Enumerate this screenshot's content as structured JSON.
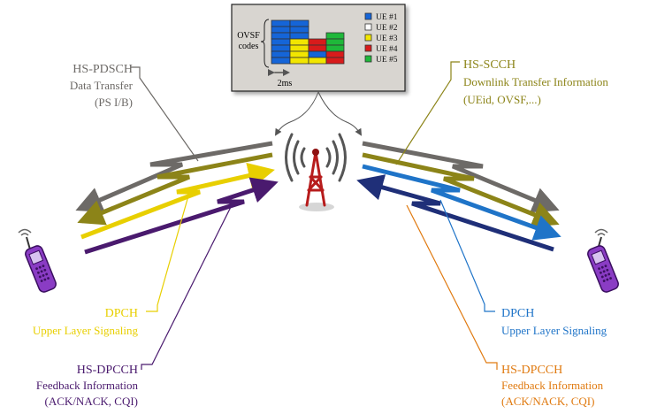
{
  "ovsf_box": {
    "codes_label_line1": "OVSF",
    "codes_label_line2": "codes",
    "time_label": "2ms",
    "legend": [
      {
        "label": "UE #1",
        "color": "#1565d8"
      },
      {
        "label": "UE #2",
        "color": "#ffffff"
      },
      {
        "label": "UE #3",
        "color": "#f2e600"
      },
      {
        "label": "UE #4",
        "color": "#d81b1b"
      },
      {
        "label": "UE #5",
        "color": "#1fb83a"
      }
    ]
  },
  "channels": {
    "hs_pdsch": {
      "title": "HS-PDSCH",
      "line1": "Data Transfer",
      "line2": "(PS I/B)",
      "color": "#6d6a67"
    },
    "hs_scch": {
      "title": "HS-SCCH",
      "line1": "Downlink Transfer Information",
      "line2": "(UEid, OVSF,...)",
      "color": "#8c8418"
    },
    "dpch_left": {
      "title": "DPCH",
      "line1": "Upper Layer Signaling",
      "color": "#e8cf00"
    },
    "dpch_right": {
      "title": "DPCH",
      "line1": "Upper Layer Signaling",
      "color": "#1f74c8"
    },
    "hs_dpcch_left": {
      "title": "HS-DPCCH",
      "line1": "Feedback Information",
      "line2": "(ACK/NACK, CQI)",
      "color": "#4a1a6e"
    },
    "hs_dpcch_right": {
      "title": "HS-DPCCH",
      "line1": "Feedback Information",
      "line2": "(ACK/NACK, CQI)",
      "color": "#e07a10"
    }
  },
  "arrow_colors": {
    "gray": "#6d6a67",
    "olive": "#8c8418",
    "yellow": "#e8cf00",
    "purple": "#4a1a6e",
    "blue": "#1f74c8",
    "navy": "#1f2f78"
  }
}
